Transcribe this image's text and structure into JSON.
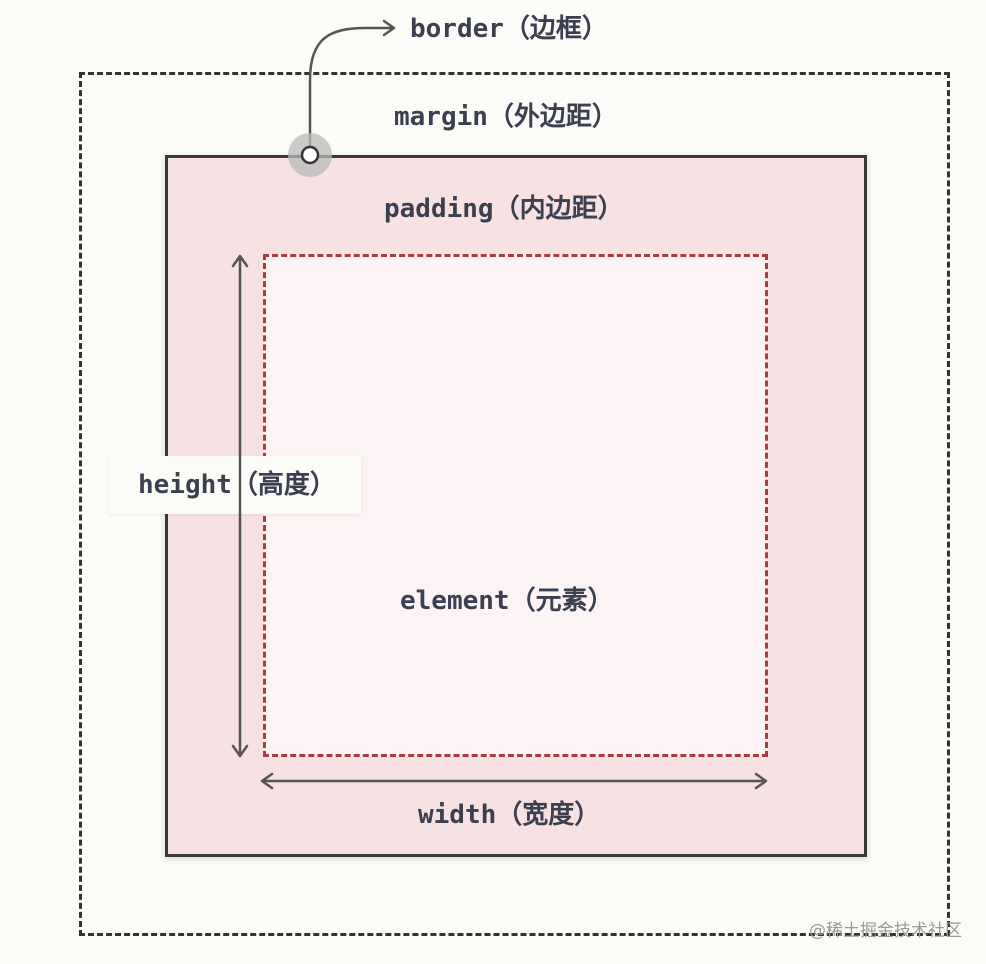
{
  "labels": {
    "border": "border（边框）",
    "margin": "margin（外边距）",
    "padding": "padding（内边距）",
    "height": "height（高度）",
    "element": "element（元素）",
    "width": "width（宽度）"
  },
  "watermark": "@稀土掘金技术社区",
  "colors": {
    "background": "#fbfbf7",
    "padding_fill": "#f8e1e3",
    "content_fill": "#fcf3f4",
    "content_border": "#b03a3a",
    "frame": "#3a3a3a",
    "text": "#3b3f4f"
  },
  "icons": {
    "border_pointer": "curved-arrow-icon",
    "border_marker": "circle-marker-icon",
    "height_arrow": "double-arrow-vertical-icon",
    "width_arrow": "double-arrow-horizontal-icon"
  }
}
